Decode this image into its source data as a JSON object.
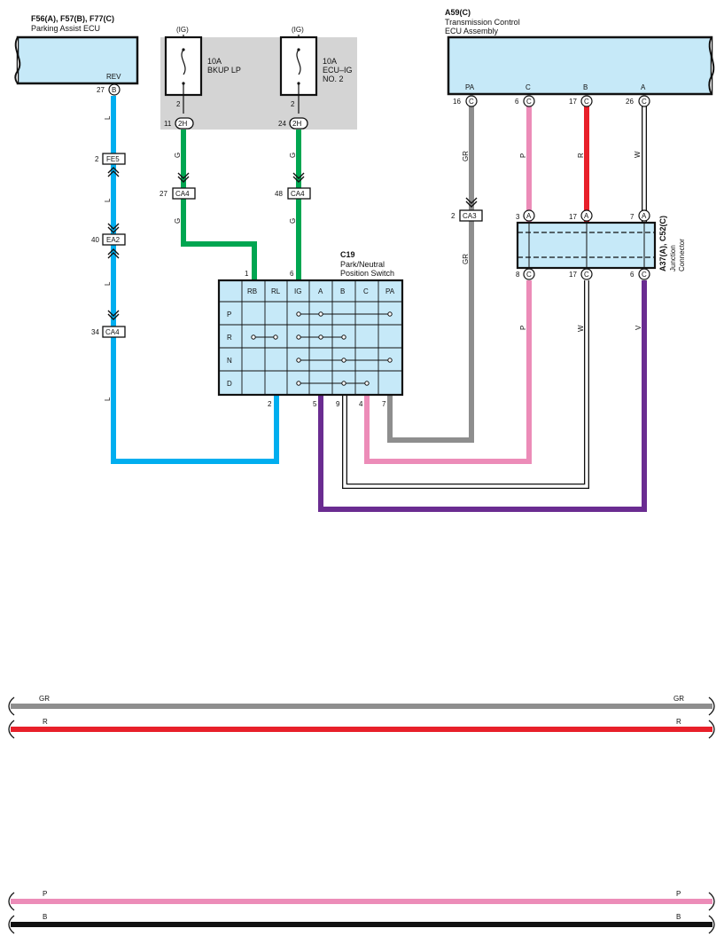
{
  "ecu_parking": {
    "title": "F56(A), F57(B), F77(C)",
    "subtitle": "Parking Assist ECU",
    "pin_name": "REV",
    "pin_num": "27",
    "pin_conn": "B"
  },
  "ecu_tcm": {
    "title": "A59(C)",
    "subtitle1": "Transmission Control",
    "subtitle2": "ECU Assembly",
    "pins": [
      {
        "name": "PA",
        "num": "16",
        "conn": "C"
      },
      {
        "name": "C",
        "num": "6",
        "conn": "C"
      },
      {
        "name": "B",
        "num": "17",
        "conn": "C"
      },
      {
        "name": "A",
        "num": "26",
        "conn": "C"
      }
    ]
  },
  "fuse1": {
    "source": "(IG)",
    "rating": "10A",
    "name": "BKUP LP",
    "pin": "2",
    "junction_pin": "11",
    "junction": "2H"
  },
  "fuse2": {
    "source": "(IG)",
    "rating": "10A",
    "name1": "ECU–IG",
    "name2": "NO. 2",
    "pin": "2",
    "junction_pin": "24",
    "junction": "2H"
  },
  "connectors": {
    "fe5": {
      "pin": "2",
      "name": "FE5"
    },
    "ea2": {
      "pin": "40",
      "name": "EA2"
    },
    "ca4_left": {
      "pin": "34",
      "name": "CA4"
    },
    "ca4_g1": {
      "pin": "27",
      "name": "CA4"
    },
    "ca4_g2": {
      "pin": "48",
      "name": "CA4"
    },
    "ca3": {
      "pin": "2",
      "name": "CA3"
    }
  },
  "wire_labels": {
    "l": "L",
    "g": "G",
    "gr": "GR",
    "p": "P",
    "r": "R",
    "w": "W",
    "v": "V"
  },
  "switch": {
    "id": "C19",
    "name1": "Park/Neutral",
    "name2": "Position Switch",
    "columns": [
      "RB",
      "RL",
      "IG",
      "A",
      "B",
      "C",
      "PA"
    ],
    "rows": [
      "P",
      "R",
      "N",
      "D"
    ],
    "pin_top_1": "1",
    "pin_top_6": "6",
    "pins_bottom": [
      "2",
      "5",
      "9",
      "4",
      "7"
    ]
  },
  "junction": {
    "title": "A37(A), C52(C)",
    "name1": "Junction",
    "name2": "Connector",
    "top_pins": [
      {
        "num": "3",
        "conn": "A"
      },
      {
        "num": "17",
        "conn": "A"
      },
      {
        "num": "7",
        "conn": "A"
      }
    ],
    "bottom_pins": [
      {
        "num": "8",
        "conn": "C"
      },
      {
        "num": "17",
        "conn": "C"
      },
      {
        "num": "6",
        "conn": "C"
      }
    ]
  },
  "bus_lines": [
    {
      "label": "GR",
      "color": "#8e8e8e"
    },
    {
      "label": "R",
      "color": "#e8202a"
    },
    {
      "label": "P",
      "color": "#ec8cb8"
    },
    {
      "label": "B",
      "color": "#111111"
    }
  ],
  "colors": {
    "blue": "#00aeef",
    "green": "#00a651",
    "gray": "#8e8e8e",
    "pink": "#ec8cb8",
    "red": "#e8202a",
    "purple": "#6a2c91",
    "box": "#c6e9f8",
    "shade": "#d4d4d4"
  }
}
